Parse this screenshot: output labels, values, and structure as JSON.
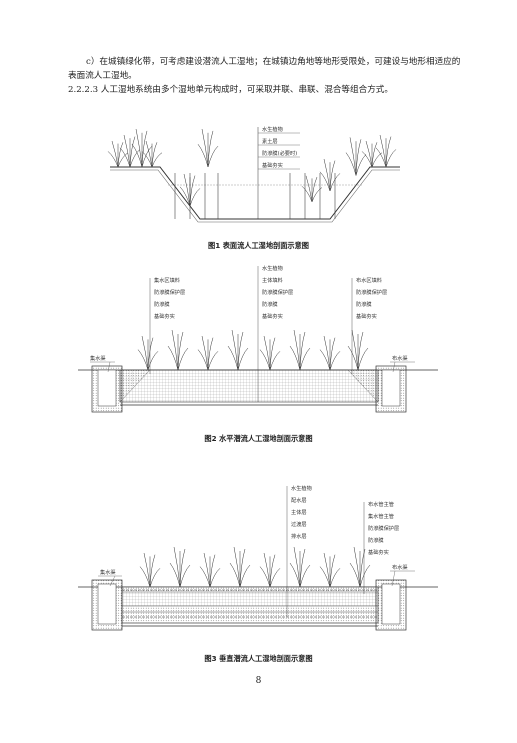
{
  "paragraphs": {
    "item_c": "c）在城镇绿化带，可考虑建设潜流人工湿地；在城镇边角地等地形受限处，可建设与地形相适应的表面流人工湿地。",
    "clause": "2.2.2.3 人工湿地系统由多个湿地单元构成时，可采取并联、串联、混合等组合方式。"
  },
  "figure1": {
    "caption": "图1 表面流人工湿地剖面示意图",
    "labels": [
      "水生植物",
      "素土层",
      "防渗膜(必要时)",
      "基础夯实"
    ]
  },
  "figure2": {
    "caption": "图2 水平潜流人工湿地剖面示意图",
    "labels_left": [
      "集水区填料",
      "防渗膜保护层",
      "防渗膜",
      "基础夯实"
    ],
    "labels_center": [
      "水生植物",
      "主体填料",
      "防渗膜保护层",
      "防渗膜",
      "基础夯实"
    ],
    "labels_right": [
      "布水区填料",
      "防渗膜保护层",
      "防渗膜",
      "基础夯实"
    ],
    "left_tank": "集水渠",
    "right_tank": "布水渠"
  },
  "figure3": {
    "caption": "图3 垂直潜流人工湿地剖面示意图",
    "labels_center": [
      "水生植物",
      "配水层",
      "主体层",
      "过渡层",
      "排水层"
    ],
    "labels_right": [
      "布水管主管",
      "集水管主管",
      "防渗膜保护层",
      "防渗膜",
      "基础夯实"
    ],
    "left_tank": "集水渠",
    "right_tank": "布水渠"
  },
  "page_number": "8"
}
